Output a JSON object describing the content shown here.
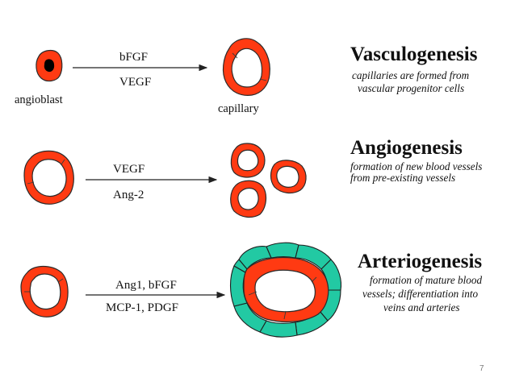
{
  "vasculogenesis": {
    "title": "Vasculogenesis",
    "desc_line1": "capillaries are formed from",
    "desc_line2": "vascular progenitor cells",
    "factor_top": "bFGF",
    "factor_bottom": "VEGF",
    "left_label": "angioblast",
    "right_label": "capillary"
  },
  "angiogenesis": {
    "title": "Angiogenesis",
    "desc_line1": "formation of new blood vessels",
    "desc_line2": "from pre-existing vessels",
    "factor_top": "VEGF",
    "factor_bottom": "Ang-2"
  },
  "arteriogenesis": {
    "title": "Arteriogenesis",
    "desc_line1": "formation of mature blood",
    "desc_line2": "vessels; differentiation into",
    "desc_line3": "veins and arteries",
    "factor_top": "Ang1, bFGF",
    "factor_bottom": "MCP-1, PDGF"
  },
  "page_number": "7",
  "colors": {
    "endothelial": "#ff3a12",
    "pericyte": "#22c9a3",
    "nucleus": "#000000"
  }
}
